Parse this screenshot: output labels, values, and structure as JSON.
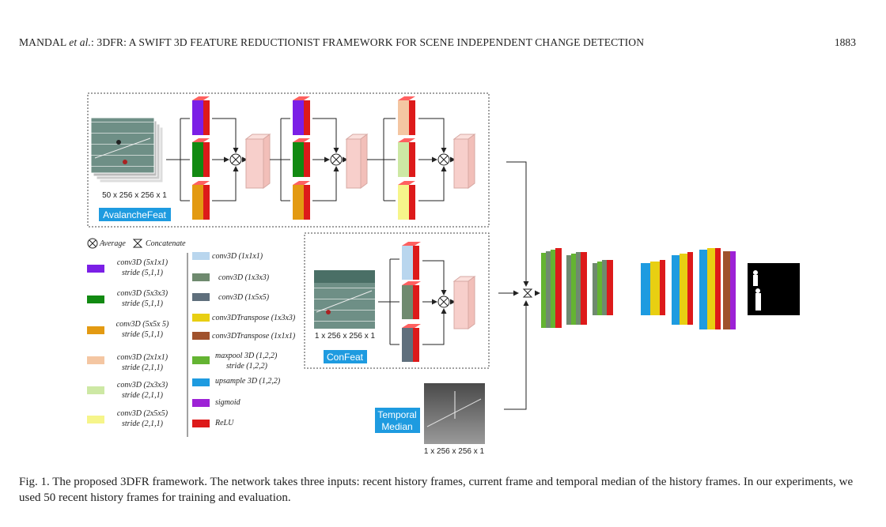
{
  "header": {
    "authors_prefix": "MANDAL ",
    "authors_etal": "et al.",
    "title_rest": ": 3DFR: A SWIFT 3D FEATURE REDUCTIONIST FRAMEWORK FOR SCENE INDEPENDENT CHANGE DETECTION",
    "page_number": "1883"
  },
  "figure": {
    "avalanche_label": "AvalancheFeat",
    "avalanche_dims": "50 x 256 x 256 x 1",
    "confeat_label": "ConFeat",
    "confeat_dims": "1 x 256 x 256 x 1",
    "temporal_label_line1": "Temporal",
    "temporal_label_line2": "Median",
    "temporal_dims": "1 x 256 x 256 x 1",
    "average_label": "Average",
    "concatenate_label": "Concatenate"
  },
  "legend_left": [
    {
      "line1": "conv3D (5x1x1)",
      "line2": "stride (5,1,1)",
      "color": "#7b1fe6"
    },
    {
      "line1": "conv3D (5x3x3)",
      "line2": "stride (5,1,1)",
      "color": "#128a12"
    },
    {
      "line1": "conv3D (5x5x 5)",
      "line2": "stride (5,1,1)",
      "color": "#e39a12"
    },
    {
      "line1": "conv3D (2x1x1)",
      "line2": "stride (2,1,1)",
      "color": "#f4c6a2"
    },
    {
      "line1": "conv3D (2x3x3)",
      "line2": "stride (2,1,1)",
      "color": "#cde8a4"
    },
    {
      "line1": "conv3D (2x5x5)",
      "line2": "stride (2,1,1)",
      "color": "#f6f58a"
    }
  ],
  "legend_right": [
    {
      "line1": "conv3D (1x1x1)",
      "line2": "",
      "color": "#b9d6ee"
    },
    {
      "line1": "conv3D (1x3x3)",
      "line2": "",
      "color": "#6f8a6f"
    },
    {
      "line1": "conv3D (1x5x5)",
      "line2": "",
      "color": "#5f6f7c"
    },
    {
      "line1": "conv3DTranspose (1x3x3)",
      "line2": "",
      "color": "#e8cf12"
    },
    {
      "line1": "conv3DTranspose (1x1x1)",
      "line2": "",
      "color": "#a0522d"
    },
    {
      "line1": "maxpool 3D (1,2,2)",
      "line2": "stride (1,2,2)",
      "color": "#64b432"
    },
    {
      "line1": "upsample 3D (1,2,2)",
      "line2": "",
      "color": "#1e9be0"
    },
    {
      "line1": "sigmoid",
      "line2": "",
      "color": "#9d22d6"
    },
    {
      "line1": "ReLU",
      "line2": "",
      "color": "#dd1a1a"
    }
  ],
  "caption": "Fig. 1.    The proposed 3DFR framework. The network takes three inputs: recent history frames, current frame and temporal median of the history frames. In our experiments, we used 50 recent history frames for training and evaluation."
}
